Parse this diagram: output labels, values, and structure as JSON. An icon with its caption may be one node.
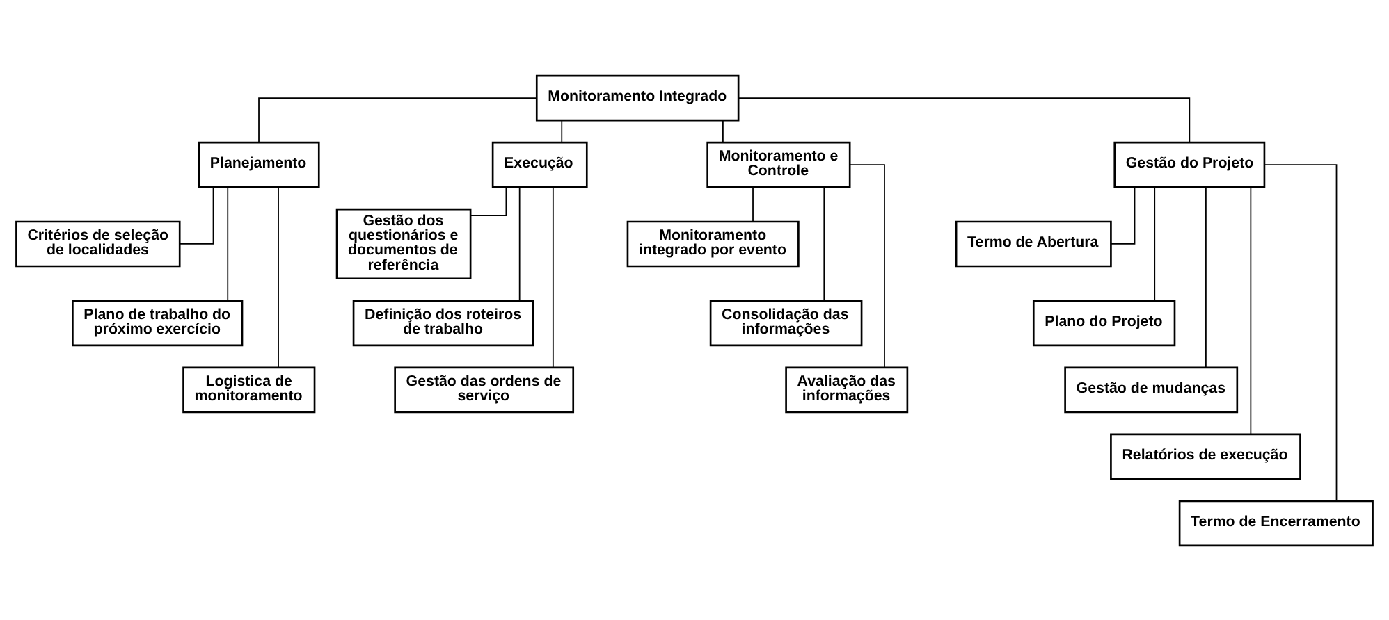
{
  "diagram": {
    "nodes": [
      {
        "text": [
          "Monitoramento Integrado"
        ]
      },
      {
        "text": [
          "Planejamento"
        ]
      },
      {
        "text": [
          "Critérios de seleção de localidades"
        ]
      },
      {
        "text": [
          "Plano de trabalho do próximo exercício"
        ]
      },
      {
        "text": [
          "Logistica de monitoramento"
        ]
      },
      {
        "text": [
          "Execução"
        ]
      },
      {
        "text": [
          "Gestão dos questionários e documentos de referência"
        ]
      },
      {
        "text": [
          "Definição dos roteiros de trabalho"
        ]
      },
      {
        "text": [
          "Gestão das ordens de serviço"
        ]
      },
      {
        "text": [
          "Monitoramento e Controle"
        ]
      },
      {
        "text": [
          "Monitoramento integrado por evento"
        ]
      },
      {
        "text": [
          "Consolidação das informações"
        ]
      },
      {
        "text": [
          "Avaliação das informações"
        ]
      },
      {
        "text": [
          "Gestão do Projeto"
        ]
      },
      {
        "text": [
          "Termo de Abertura"
        ]
      },
      {
        "text": [
          "Plano do Projeto"
        ]
      },
      {
        "text": [
          "Gestão de mudanças"
        ]
      },
      {
        "text": [
          "Relatórios de execução"
        ]
      },
      {
        "text": [
          "Termo de Encerramento"
        ]
      }
    ],
    "edges": [
      {
        "from": 0,
        "to": 1,
        "arrow": "none"
      },
      {
        "from": 0,
        "to": 5,
        "arrow": "none"
      },
      {
        "from": 0,
        "to": 9,
        "arrow": "none"
      },
      {
        "from": 0,
        "to": 13,
        "arrow": "none"
      },
      {
        "from": 1,
        "to": 2,
        "arrow": "none"
      },
      {
        "from": 1,
        "to": 3,
        "arrow": "none"
      },
      {
        "from": 1,
        "to": 4,
        "arrow": "none"
      },
      {
        "from": 5,
        "to": 6,
        "arrow": "none"
      },
      {
        "from": 5,
        "to": 7,
        "arrow": "none"
      },
      {
        "from": 5,
        "to": 8,
        "arrow": "none"
      },
      {
        "from": 9,
        "to": 10,
        "arrow": "none"
      },
      {
        "from": 9,
        "to": 11,
        "arrow": "none"
      },
      {
        "from": 9,
        "to": 12,
        "arrow": "none"
      },
      {
        "from": 13,
        "to": 14,
        "arrow": "none"
      },
      {
        "from": 13,
        "to": 15,
        "arrow": "none"
      },
      {
        "from": 13,
        "to": 16,
        "arrow": "none"
      },
      {
        "from": 13,
        "to": 17,
        "arrow": "none"
      },
      {
        "from": 13,
        "to": 18,
        "arrow": "none"
      }
    ]
  }
}
